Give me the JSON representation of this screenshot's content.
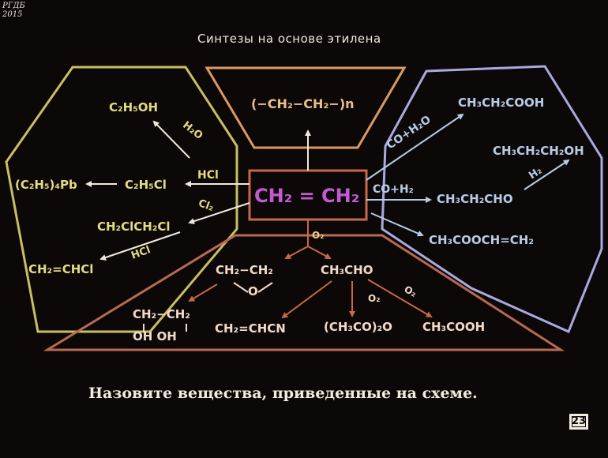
{
  "watermark": {
    "line1": "РГДБ",
    "line2": "2015"
  },
  "title": "Синтезы на основе этилена",
  "center": "CH₂ = CH₂",
  "top_box": {
    "polymer": "(−CH₂−CH₂−)n"
  },
  "left_box": {
    "ethanol": "C₂H₅OH",
    "ethyl_chloride": "C₂H₅Cl",
    "tetraethyl_lead": "(C₂H₅)₄Pb",
    "dichloroethane": "CH₂ClCH₂Cl",
    "vinyl_chloride": "CH₂=CHCl",
    "label_h2o": "H₂O",
    "label_hcl1": "HCl",
    "label_cl2": "Cl₂",
    "label_hcl2": "HCl"
  },
  "right_box": {
    "propionic_acid": "CH₃CH₂COOH",
    "butanol": "CH₃CH₂CH₂OH",
    "propanal": "CH₃CH₂CHO",
    "vinyl_acetate": "CH₃COOCH=CH₂",
    "label_co_h2o": "CO+H₂O",
    "label_co_h2": "CO+H₂",
    "label_h2": "H₂"
  },
  "bottom_box": {
    "ethylene_oxide_left": "CH₂−CH₂",
    "ethylene_oxide_o": "O",
    "acetaldehyde": "CH₃CHO",
    "glycol_top": "CH₂−CH₂",
    "glycol_bottom": "OH   OH",
    "acrylonitrile": "CH₂=CHCN",
    "acetic_anhydride": "(CH₃CO)₂O",
    "acetic_acid": "CH₃COOH",
    "label_o2_center": "O₂",
    "label_o2_a": "O₂",
    "label_o2_b": "O₂"
  },
  "question": "Назовите вещества, приведенные на схеме.",
  "slide_number": "23",
  "colors": {
    "background": "#0d0808",
    "left_frame": "#c7bf62",
    "top_frame": "#d99a62",
    "right_frame": "#a9a9e0",
    "bottom_frame": "#b86a52",
    "center_frame": "#c96846",
    "ethylene_text": "#c25bd0"
  }
}
